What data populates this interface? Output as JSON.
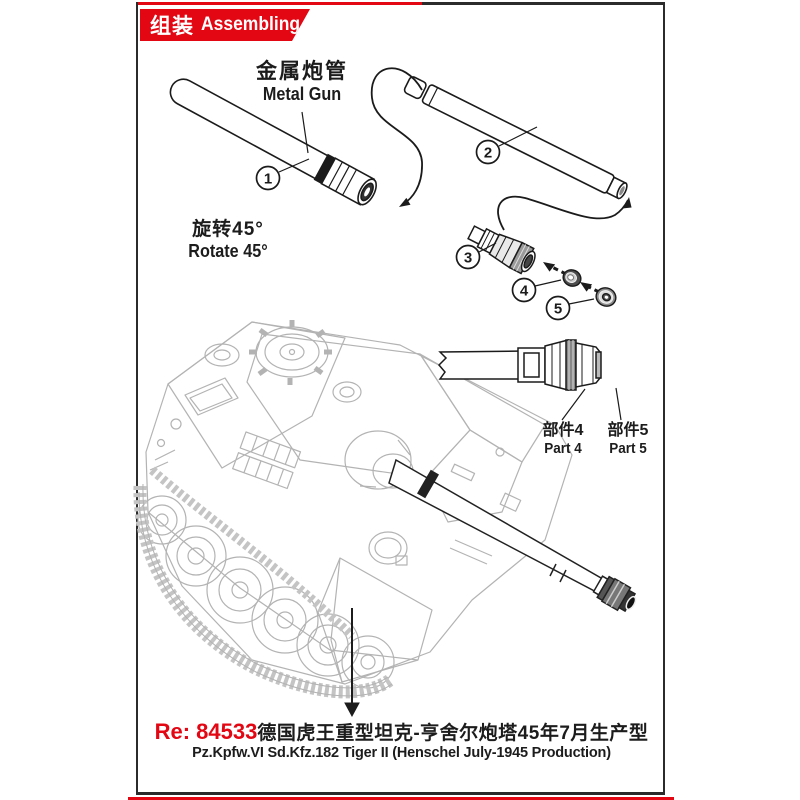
{
  "header": {
    "tab_cn": "组装",
    "tab_en": "Assembling"
  },
  "labels": {
    "metal_gun_cn": "金属炮管",
    "metal_gun_en": "Metal Gun",
    "rotate_cn": "旋转45°",
    "rotate_en": "Rotate 45°",
    "part4_cn": "部件4",
    "part4_en": "Part 4",
    "part5_cn": "部件5",
    "part5_en": "Part 5"
  },
  "callouts": [
    "1",
    "2",
    "3",
    "4",
    "5"
  ],
  "footer": {
    "re_code": "Re: 84533",
    "title_cn": "德国虎王重型坦克-亨舍尔炮塔45年7月生产型",
    "title_en": "Pz.Kpfw.VI Sd.Kfz.182 Tiger II (Henschel July-1945 Production)"
  },
  "colors": {
    "accent_red": "#e30613",
    "line_black": "#1c1c1c",
    "tank_gray": "#b3b3b3"
  }
}
